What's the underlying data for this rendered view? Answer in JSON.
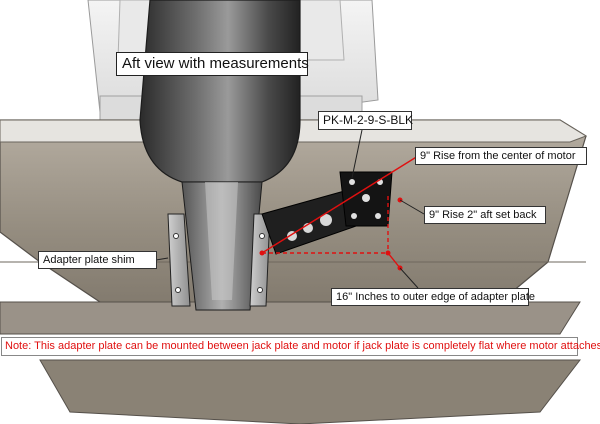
{
  "title": "Aft view with measurements",
  "part_number": "PK-M-2-9-S-BLK",
  "callouts": {
    "rise_center": "9\" Rise from the center of motor",
    "rise_aft": "9\" Rise 2\" aft set back",
    "adapter_shim": "Adapter plate shim",
    "outer_edge": "16\" Inches to outer edge of adapter plate"
  },
  "note": "Note: This adapter plate can be mounted between jack plate and motor if jack plate is completely flat where motor attaches.",
  "colors": {
    "note_text": "#e01010",
    "measurement_lines": "#e01010",
    "hull": "#8a8275",
    "bracket": "#1a1a1a"
  }
}
